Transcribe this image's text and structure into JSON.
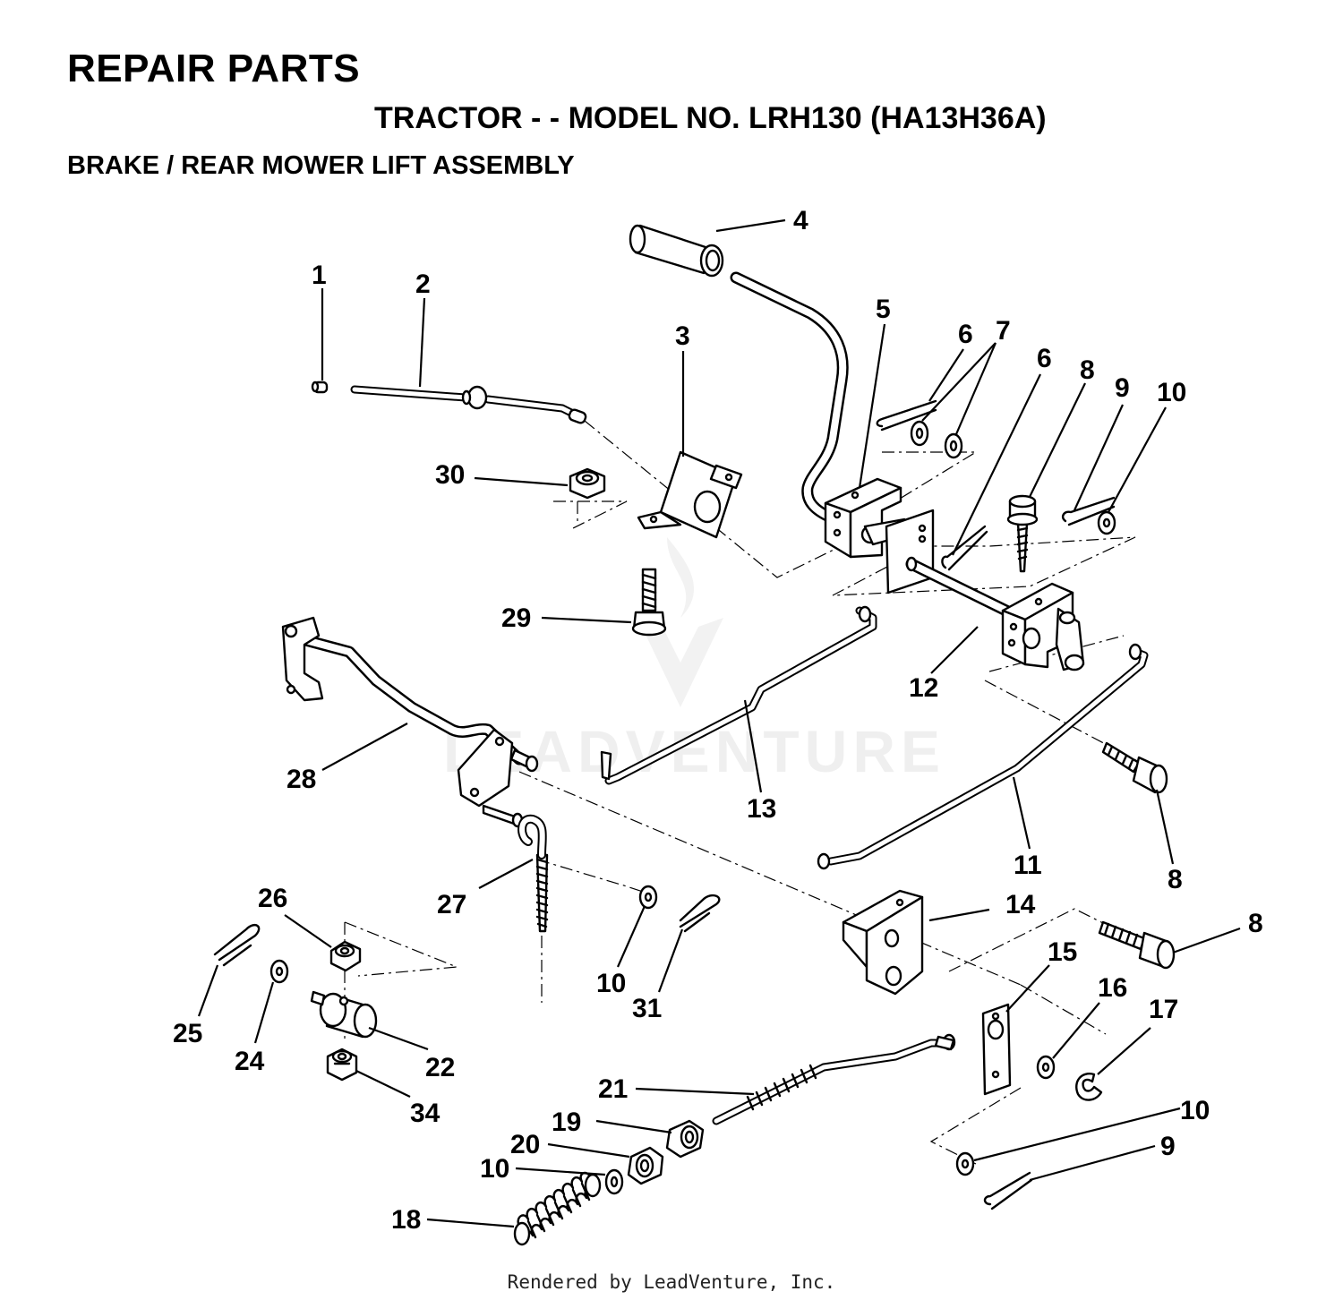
{
  "header": {
    "title": "REPAIR PARTS",
    "model": "TRACTOR - - MODEL NO. LRH130 (HA13H36A)",
    "assembly": "BRAKE / REAR MOWER LIFT ASSEMBLY"
  },
  "footer": {
    "credit": "Rendered by LeadVenture, Inc."
  },
  "watermark": {
    "text": "LEADVENTURE"
  },
  "callouts": [
    "1",
    "2",
    "3",
    "4",
    "5",
    "6",
    "7",
    "6",
    "8",
    "9",
    "10",
    "30",
    "29",
    "12",
    "28",
    "13",
    "11",
    "8",
    "27",
    "26",
    "14",
    "8",
    "10",
    "31",
    "15",
    "16",
    "17",
    "25",
    "24",
    "22",
    "34",
    "21",
    "19",
    "10",
    "20",
    "10",
    "9",
    "18"
  ]
}
